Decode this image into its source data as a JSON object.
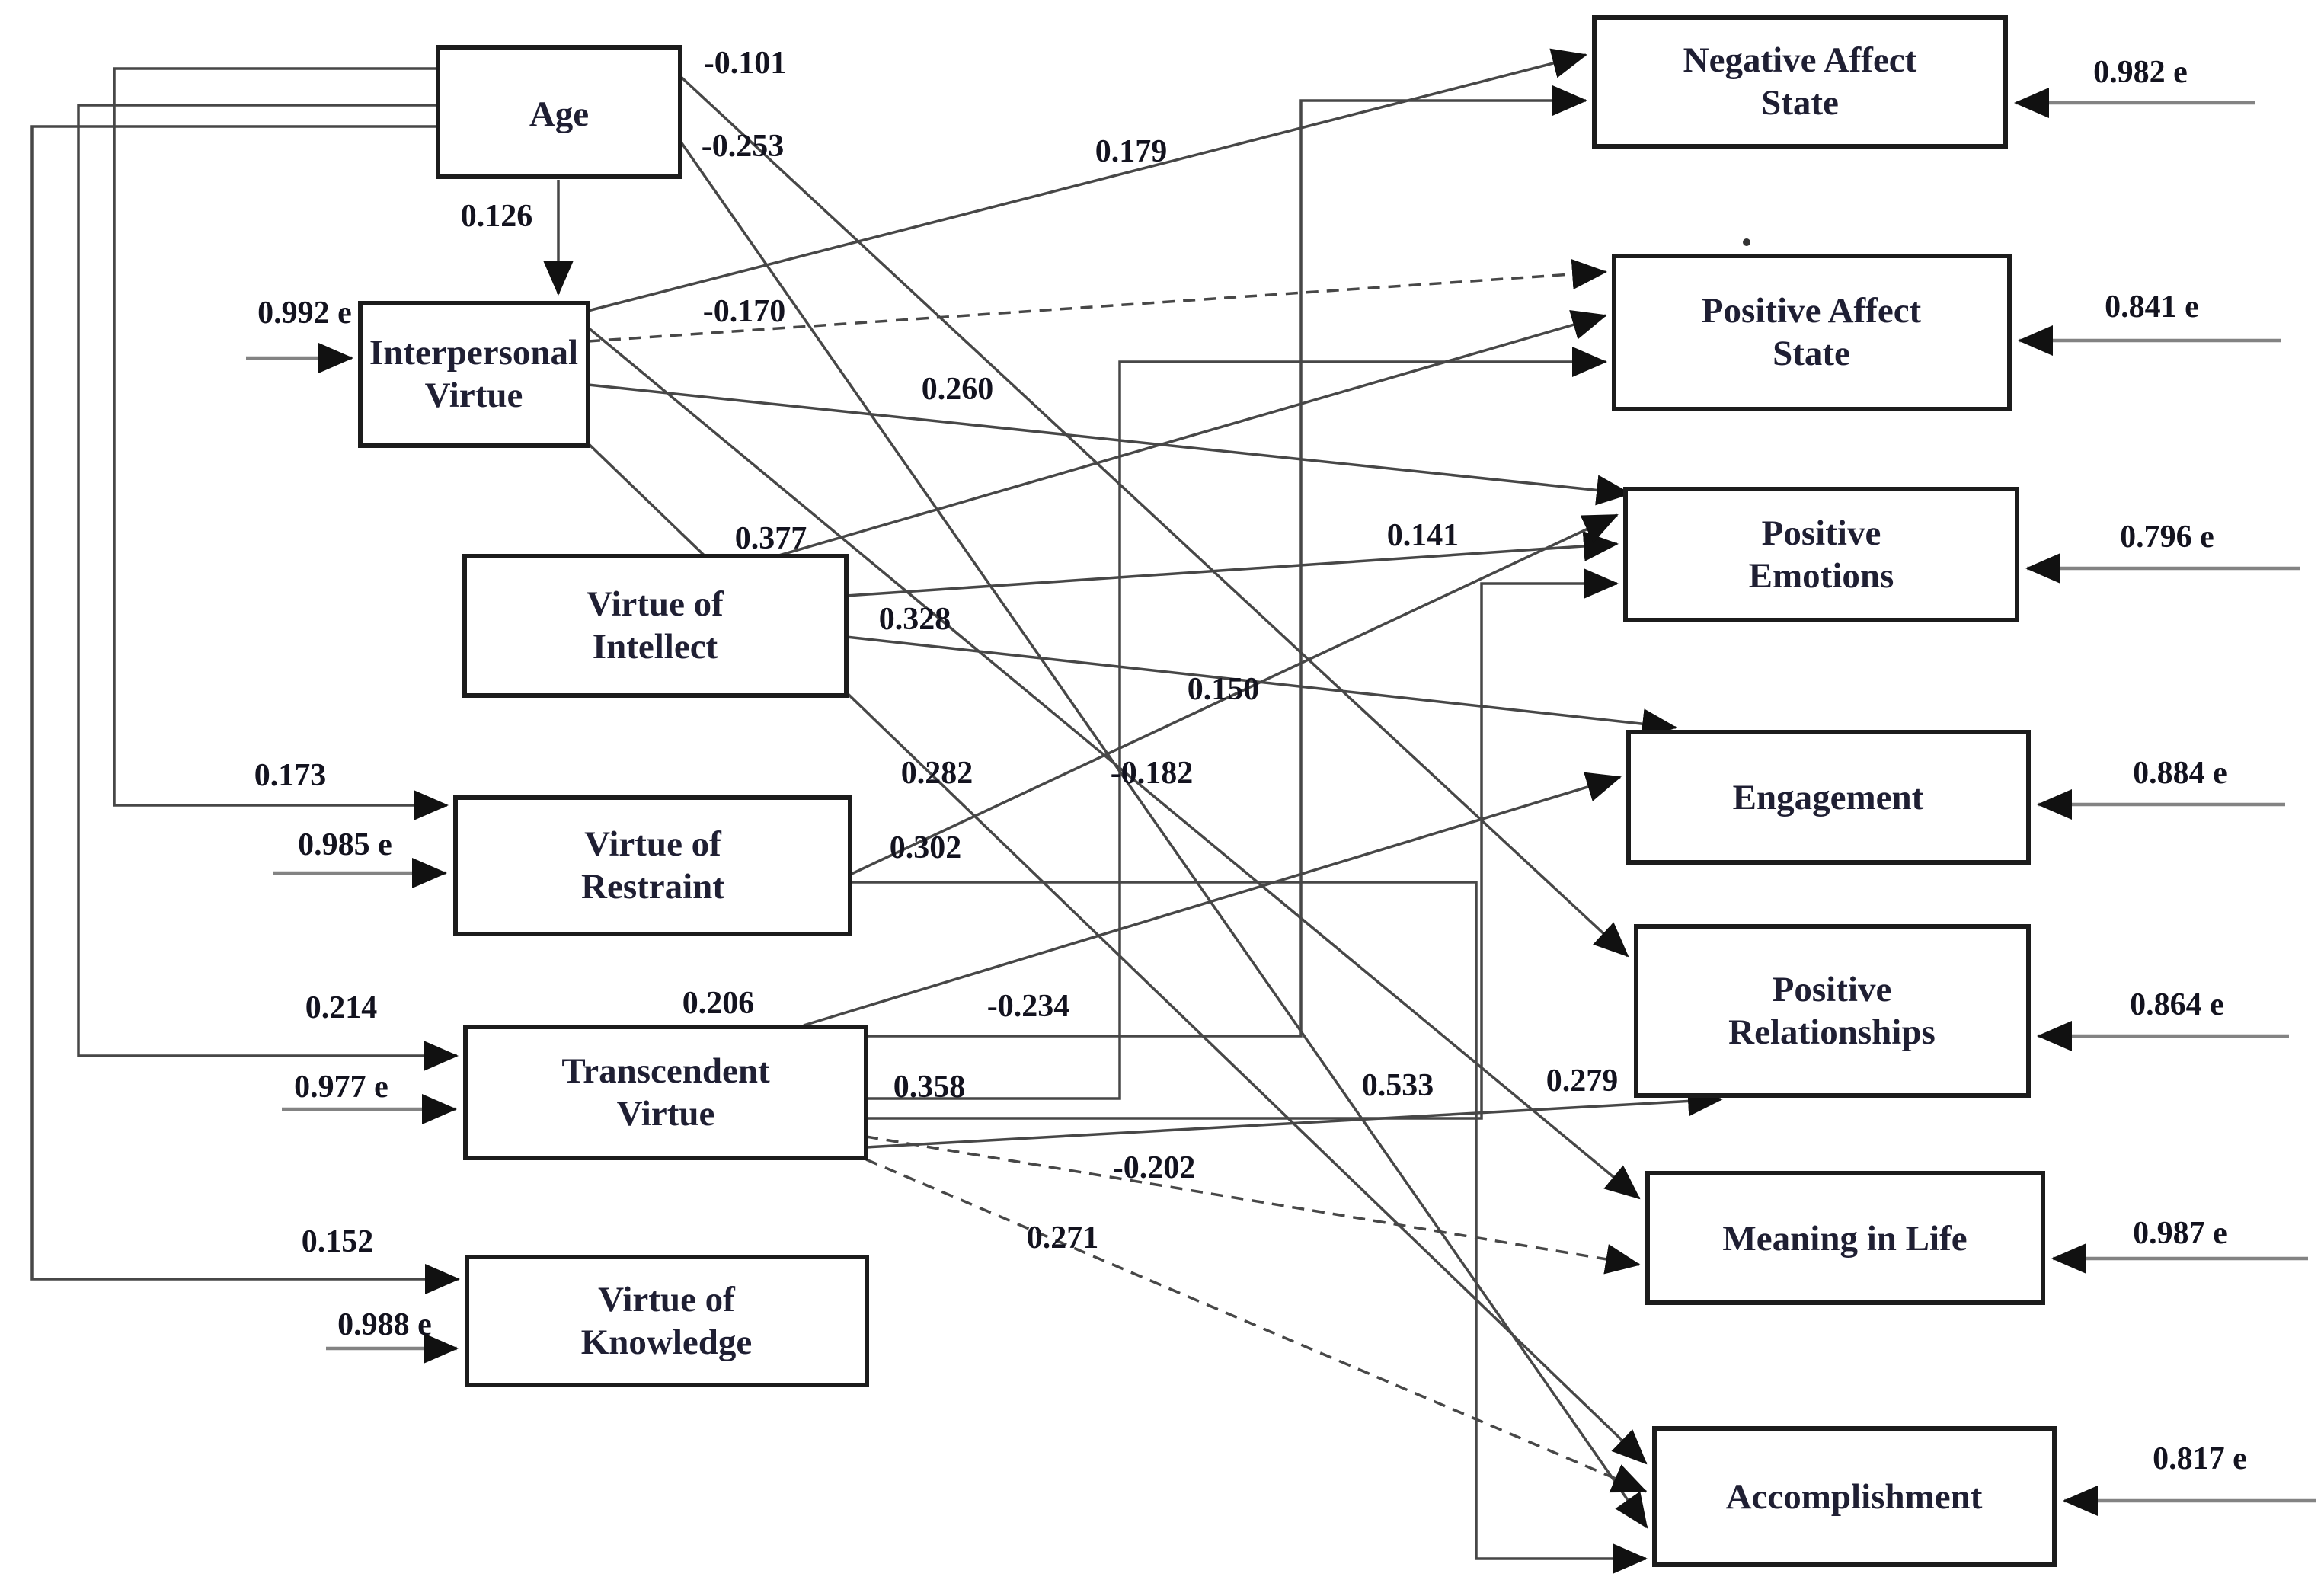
{
  "nodes": {
    "age": {
      "label": "Age"
    },
    "interpersonal_virtue": {
      "line1": "Interpersonal",
      "line2": "Virtue"
    },
    "virtue_of_intellect": {
      "line1": "Virtue of",
      "line2": "Intellect"
    },
    "virtue_of_restraint": {
      "line1": "Virtue of",
      "line2": "Restraint"
    },
    "transcendent_virtue": {
      "line1": "Transcendent",
      "line2": "Virtue"
    },
    "virtue_of_knowledge": {
      "line1": "Virtue of",
      "line2": "Knowledge"
    },
    "negative_affect_state": {
      "line1": "Negative Affect",
      "line2": "State"
    },
    "positive_affect_state": {
      "line1": "Positive Affect",
      "line2": "State"
    },
    "positive_emotions": {
      "line1": "Positive",
      "line2": "Emotions"
    },
    "engagement": {
      "label": "Engagement"
    },
    "positive_relationships": {
      "line1": "Positive",
      "line2": "Relationships"
    },
    "meaning_in_life": {
      "label": "Meaning in Life"
    },
    "accomplishment": {
      "label": "Accomplishment"
    }
  },
  "paths": [
    {
      "from": "age",
      "to": "interpersonal_virtue",
      "value": "0.126"
    },
    {
      "from": "age",
      "to": "positive_relationships",
      "value": "-0.101"
    },
    {
      "from": "age",
      "to": "accomplishment",
      "value": "-0.253"
    },
    {
      "from": "interpersonal_virtue",
      "to": "negative_affect_state",
      "value": "0.179"
    },
    {
      "from": "interpersonal_virtue",
      "to": "positive_affect_state",
      "value": "-0.170"
    },
    {
      "from": "interpersonal_virtue",
      "to": "positive_emotions",
      "value": "0.260"
    },
    {
      "from": "virtue_of_intellect",
      "to": "positive_affect_state",
      "value": "0.377"
    },
    {
      "from": "virtue_of_intellect",
      "to": "engagement",
      "value": "0.328"
    },
    {
      "from": "virtue_of_intellect",
      "to": "positive_emotions",
      "value": "0.141"
    },
    {
      "from": "virtue_of_restraint",
      "to": "positive_emotions",
      "value": "0.150"
    },
    {
      "from": "interpersonal_virtue",
      "to": "accomplishment",
      "value": "0.282"
    },
    {
      "from": "interpersonal_virtue",
      "to": "meaning_in_life",
      "value": "-0.182"
    },
    {
      "from": "virtue_of_restraint",
      "to": "accomplishment",
      "value": "0.302"
    },
    {
      "from": "transcendent_virtue",
      "to": "engagement",
      "value": "0.206"
    },
    {
      "from": "transcendent_virtue",
      "to": "negative_affect_state",
      "value": "-0.234"
    },
    {
      "from": "transcendent_virtue",
      "to": "positive_affect_state",
      "value": "0.358"
    },
    {
      "from": "transcendent_virtue",
      "to": "positive_emotions",
      "value": "0.533"
    },
    {
      "from": "transcendent_virtue",
      "to": "positive_relationships",
      "value": "0.279"
    },
    {
      "from": "transcendent_virtue",
      "to": "meaning_in_life",
      "value": "-0.202"
    },
    {
      "from": "transcendent_virtue",
      "to": "accomplishment",
      "value": "0.271"
    },
    {
      "from": "age",
      "to": "virtue_of_restraint",
      "value": "0.173"
    },
    {
      "from": "age",
      "to": "transcendent_virtue",
      "value": "0.214"
    },
    {
      "from": "age",
      "to": "virtue_of_knowledge",
      "value": "0.152"
    }
  ],
  "errors": [
    {
      "target": "interpersonal_virtue",
      "label": "0.992 e"
    },
    {
      "target": "virtue_of_restraint",
      "label": "0.985 e"
    },
    {
      "target": "transcendent_virtue",
      "label": "0.977 e"
    },
    {
      "target": "virtue_of_knowledge",
      "label": "0.988 e"
    },
    {
      "target": "negative_affect_state",
      "label": "0.982 e"
    },
    {
      "target": "positive_affect_state",
      "label": "0.841 e"
    },
    {
      "target": "positive_emotions",
      "label": "0.796 e"
    },
    {
      "target": "engagement",
      "label": "0.884 e"
    },
    {
      "target": "positive_relationships",
      "label": "0.864 e"
    },
    {
      "target": "meaning_in_life",
      "label": "0.987 e"
    },
    {
      "target": "accomplishment",
      "label": "0.817 e"
    }
  ],
  "colors": {
    "box_border": "#1c1c1c",
    "line": "#474747",
    "error_line": "#838383",
    "text": "#1f1f33"
  }
}
